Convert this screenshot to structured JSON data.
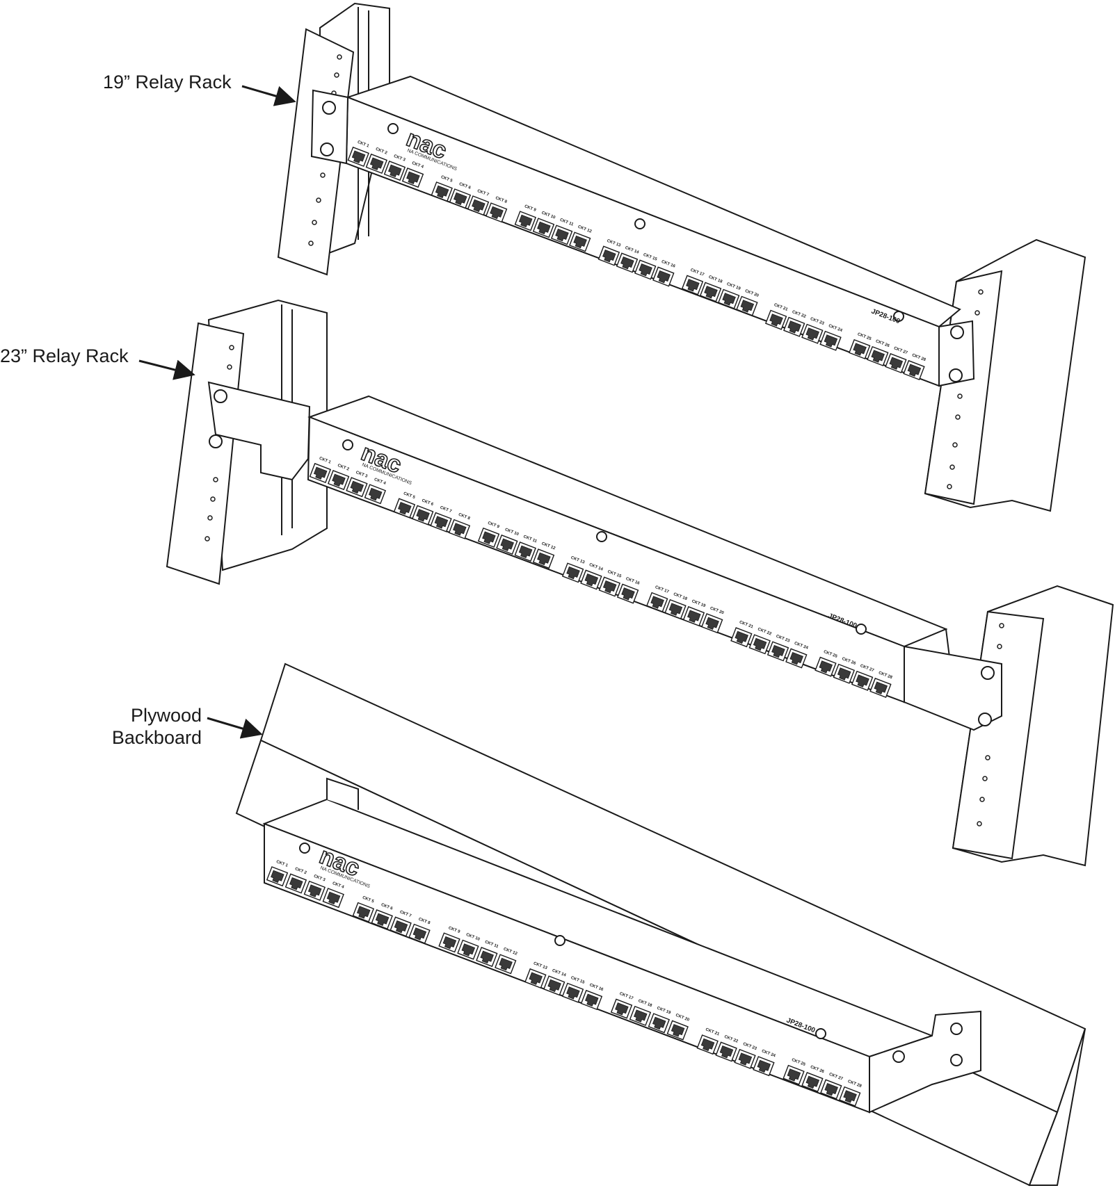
{
  "labels": {
    "rack19": "19” Relay Rack",
    "rack23": "23” Relay Rack",
    "plywood_line1": "Plywood",
    "plywood_line2": "Backboard"
  },
  "panel": {
    "brand": "nac",
    "brand_sub": "NA COMMUNICATIONS",
    "model": "JP28-100",
    "port_prefix": "CKT",
    "port_count": 28,
    "ports_per_group": 4
  },
  "colors": {
    "line": "#1a1a1a",
    "fill": "#ffffff",
    "jack": "#3a3a3a"
  }
}
